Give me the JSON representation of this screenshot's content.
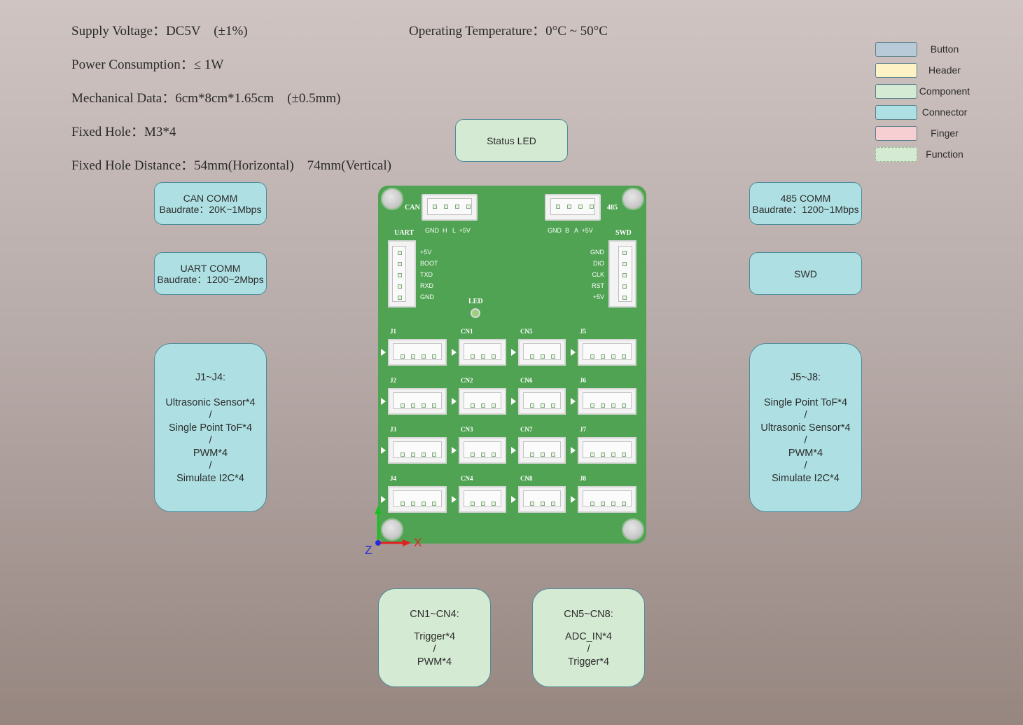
{
  "specs": {
    "supply_voltage": "Supply Voltage：DC5V　(±1%)",
    "operating_temperature": "Operating Temperature：0°C ~ 50°C",
    "power_consumption": "Power Consumption：≤ 1W",
    "mechanical_data": "Mechanical Data：6cm*8cm*1.65cm　(±0.5mm)",
    "fixed_hole": "Fixed Hole：M3*4",
    "fixed_hole_distance": "Fixed Hole Distance：54mm(Horizontal)　74mm(Vertical)"
  },
  "legend": [
    {
      "label": "Button",
      "color": "#b8cad8",
      "dashed": false
    },
    {
      "label": "Header",
      "color": "#fdf2c6",
      "dashed": false
    },
    {
      "label": "Component",
      "color": "#d5ead3",
      "dashed": false
    },
    {
      "label": "Connector",
      "color": "#aee0e3",
      "dashed": false
    },
    {
      "label": "Finger",
      "color": "#f6cfd3",
      "dashed": false
    },
    {
      "label": "Function",
      "color": "#d5ead3",
      "dashed": true
    }
  ],
  "boxes": {
    "status_led": "Status LED",
    "can_comm": {
      "line1": "CAN COMM",
      "line2": "Baudrate：20K~1Mbps"
    },
    "uart_comm": {
      "line1": "UART COMM",
      "line2": "Baudrate：1200~2Mbps"
    },
    "comm_485": {
      "line1": "485 COMM",
      "line2": "Baudrate：1200~1Mbps"
    },
    "swd": "SWD",
    "j1_j4": {
      "title": "J1~J4:",
      "l1": "Ultrasonic Sensor*4",
      "s1": "/",
      "l2": "Single Point ToF*4",
      "s2": "/",
      "l3": "PWM*4",
      "s3": "/",
      "l4": "Simulate I2C*4"
    },
    "j5_j8": {
      "title": "J5~J8:",
      "l1": "Single Point ToF*4",
      "s1": "/",
      "l2": "Ultrasonic Sensor*4",
      "s2": "/",
      "l3": "PWM*4",
      "s3": "/",
      "l4": "Simulate I2C*4"
    },
    "cn1_cn4": {
      "title": "CN1~CN4:",
      "l1": "Trigger*4",
      "s1": "/",
      "l2": "PWM*4"
    },
    "cn5_cn8": {
      "title": "CN5~CN8:",
      "l1": "ADC_IN*4",
      "s1": "/",
      "l2": "Trigger*4"
    }
  },
  "board": {
    "can_label": "CAN",
    "can_pins": "GND  H   L  +5V",
    "label_485": "485",
    "pins_485": "GND  B   A  +5V",
    "uart_label": "UART",
    "uart_pins": [
      "+5V",
      "BOOT",
      "TXD",
      "RXD",
      "GND"
    ],
    "swd_label": "SWD",
    "swd_pins": [
      "GND",
      "DIO",
      "CLK",
      "RST",
      "+5V"
    ],
    "led_label": "LED",
    "rows": [
      [
        "J1",
        "CN1",
        "CN5",
        "J5"
      ],
      [
        "J2",
        "CN2",
        "CN6",
        "J6"
      ],
      [
        "J3",
        "CN3",
        "CN7",
        "J7"
      ],
      [
        "J4",
        "CN4",
        "CN8",
        "J8"
      ]
    ],
    "axis_x": "X",
    "axis_z": "Z"
  }
}
